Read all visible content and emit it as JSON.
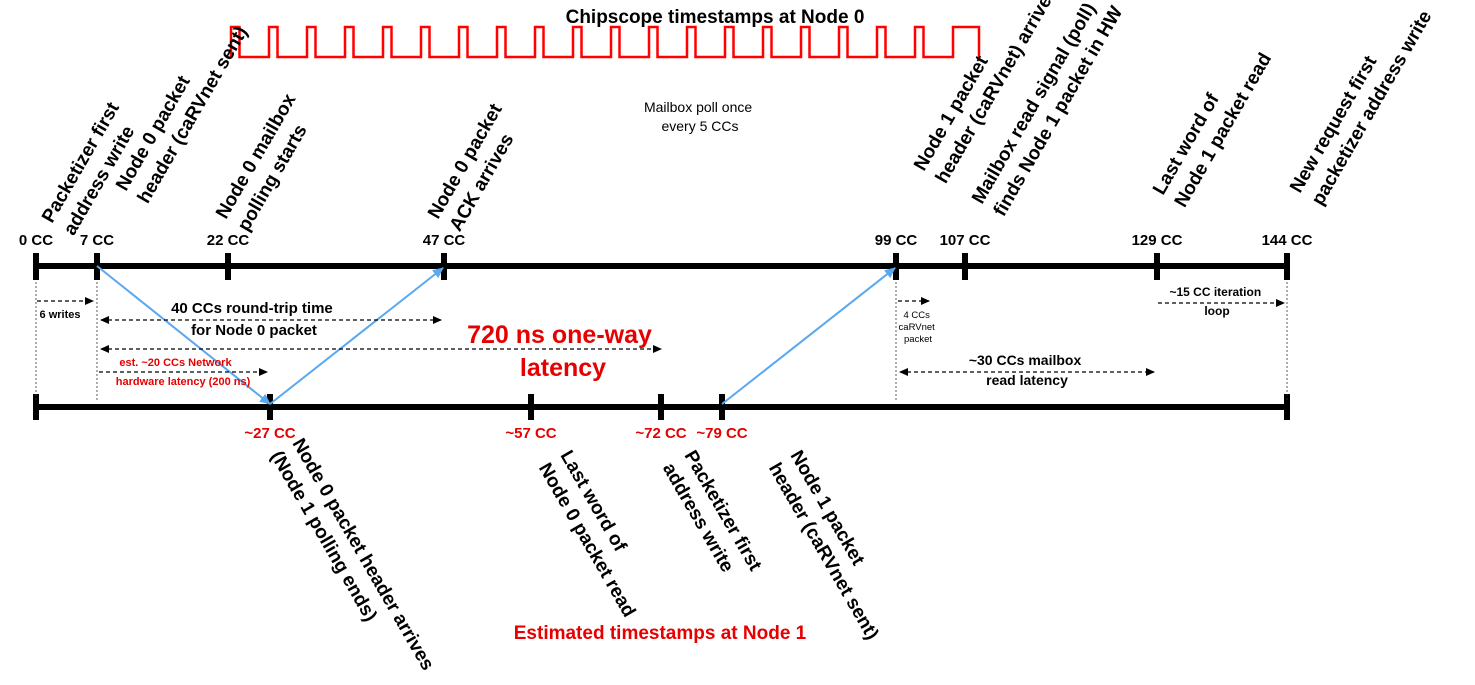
{
  "title_top": "Chipscope timestamps at Node 0",
  "title_bottom": "Estimated timestamps at Node 1",
  "mailbox_poll_note": [
    "Mailbox poll once",
    "every 5 CCs"
  ],
  "node0_timeline": {
    "ticks": [
      {
        "cc": 0,
        "label": "0 CC",
        "event": [
          "Packetizer first",
          "address write"
        ]
      },
      {
        "cc": 7,
        "label": "7 CC",
        "event": [
          "Node 0 packet",
          "header (caRVnet sent)"
        ]
      },
      {
        "cc": 22,
        "label": "22 CC",
        "event": [
          "Node 0 mailbox",
          "polling starts"
        ]
      },
      {
        "cc": 47,
        "label": "47 CC",
        "event": [
          "Node 0 packet",
          "ACK arrives"
        ]
      },
      {
        "cc": 99,
        "label": "99 CC",
        "event": [
          "Node 1 packet",
          "header (caRVnet) arrives"
        ]
      },
      {
        "cc": 107,
        "label": "107 CC",
        "event": [
          "Mailbox read signal (poll)",
          "finds Node 1 packet in HW"
        ]
      },
      {
        "cc": 129,
        "label": "129 CC",
        "event": [
          "Last word of",
          "Node 1 packet read"
        ]
      },
      {
        "cc": 144,
        "label": "144 CC",
        "event": [
          "New request first",
          "packetizer address write"
        ]
      }
    ]
  },
  "node1_timeline": {
    "ticks": [
      {
        "cc": 27,
        "label": "~27 CC",
        "event": [
          "Node 0 packet header arrives",
          "(Node 1 polling ends)"
        ]
      },
      {
        "cc": 57,
        "label": "~57 CC",
        "event": [
          "Last word of",
          "Node 0 packet read"
        ]
      },
      {
        "cc": 72,
        "label": "~72 CC",
        "event": [
          "Packetizer first",
          "address write"
        ]
      },
      {
        "cc": 79,
        "label": "~79 CC",
        "event": [
          "Node 1 packet",
          "header (caRVnet sent)"
        ]
      }
    ]
  },
  "messages": [
    {
      "from_cc": 7,
      "to_cc": 27,
      "direction": "down"
    },
    {
      "from_cc": 27,
      "to_cc": 47,
      "direction": "up"
    },
    {
      "from_cc": 79,
      "to_cc": 99,
      "direction": "up"
    }
  ],
  "annotations": {
    "six_writes": "6 writes",
    "round_trip": [
      "40 CCs round-trip time",
      "for Node 0 packet"
    ],
    "one_way": [
      "720 ns one-way",
      "latency"
    ],
    "network_latency": [
      "est. ~20 CCs Network",
      "hardware latency (200 ns)"
    ],
    "carvnet_packet": [
      "4 CCs",
      "caRVnet",
      "packet"
    ],
    "mailbox_read": [
      "~30 CCs mailbox",
      "read latency"
    ],
    "iteration_loop": [
      "~15 CC iteration",
      "loop"
    ]
  },
  "colors": {
    "clock": "#ff0000",
    "arrow": "#5aa8f0",
    "red_text": "#e60000",
    "line": "#000000"
  }
}
